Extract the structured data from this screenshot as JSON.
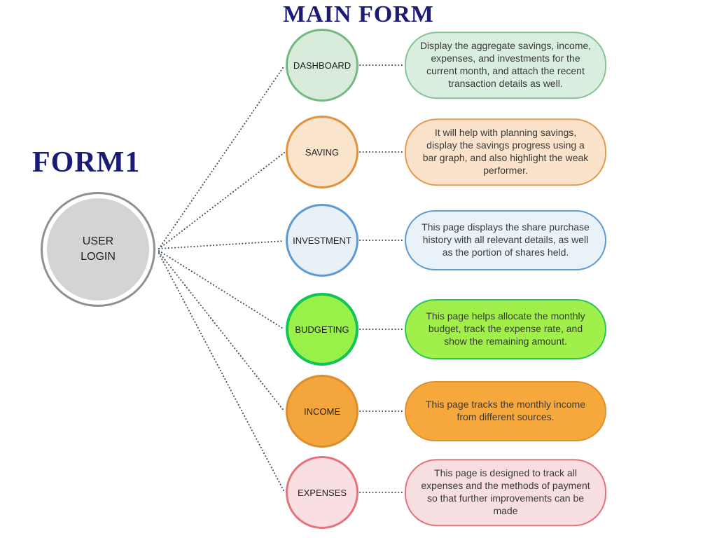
{
  "titles": {
    "main": "MAIN FORM",
    "form1": "FORM1",
    "title_color": "#1b1b77"
  },
  "connector_color": "#3e4a5a",
  "user_node": {
    "label": "USER LOGIN",
    "fill": "#d4d4d4",
    "border": "#8f8f8f",
    "text_color": "#1f1f1f"
  },
  "rows": [
    {
      "id": "dashboard",
      "node_label": "DASHBOARD",
      "node_fill": "#d9ecdb",
      "node_border": "#74b983",
      "pill_fill": "#d9eedf",
      "pill_border": "#86c494",
      "description": "Display the aggregate savings, income, expenses, and investments for the current month, and attach the recent transaction details as well."
    },
    {
      "id": "saving",
      "node_label": "SAVING",
      "node_fill": "#fbe4cc",
      "node_border": "#e2913e",
      "pill_fill": "#fbe3cb",
      "pill_border": "#e59a52",
      "description": "It will help with planning savings, display the savings progress using a bar graph, and also highlight the weak performer."
    },
    {
      "id": "investment",
      "node_label": "INVESTMENT",
      "node_fill": "#e8f1f8",
      "node_border": "#5c9bd3",
      "pill_fill": "#e9f2f8",
      "pill_border": "#5c9bd3",
      "description": "This page displays the share purchase history with all relevant details, as well as the portion of shares held."
    },
    {
      "id": "budgeting",
      "node_label": "BUDGETING",
      "node_fill": "#97f148",
      "node_border": "#12c457",
      "pill_fill": "#a0ef4b",
      "pill_border": "#2bc55a",
      "description": "This page helps allocate the monthly budget, track the expense rate, and show the remaining amount."
    },
    {
      "id": "income",
      "node_label": "INCOME",
      "node_fill": "#f4a63c",
      "node_border": "#db8e2d",
      "pill_fill": "#f6a83c",
      "pill_border": "#e0912f",
      "description": "This page tracks the monthly income from different sources."
    },
    {
      "id": "expenses",
      "node_label": "EXPENSES",
      "node_fill": "#f9dfe2",
      "node_border": "#e4737c",
      "pill_fill": "#f7dee1",
      "pill_border": "#e4737c",
      "description": "This page is designed to track all expenses and the methods of payment so that further improvements can be made"
    }
  ]
}
